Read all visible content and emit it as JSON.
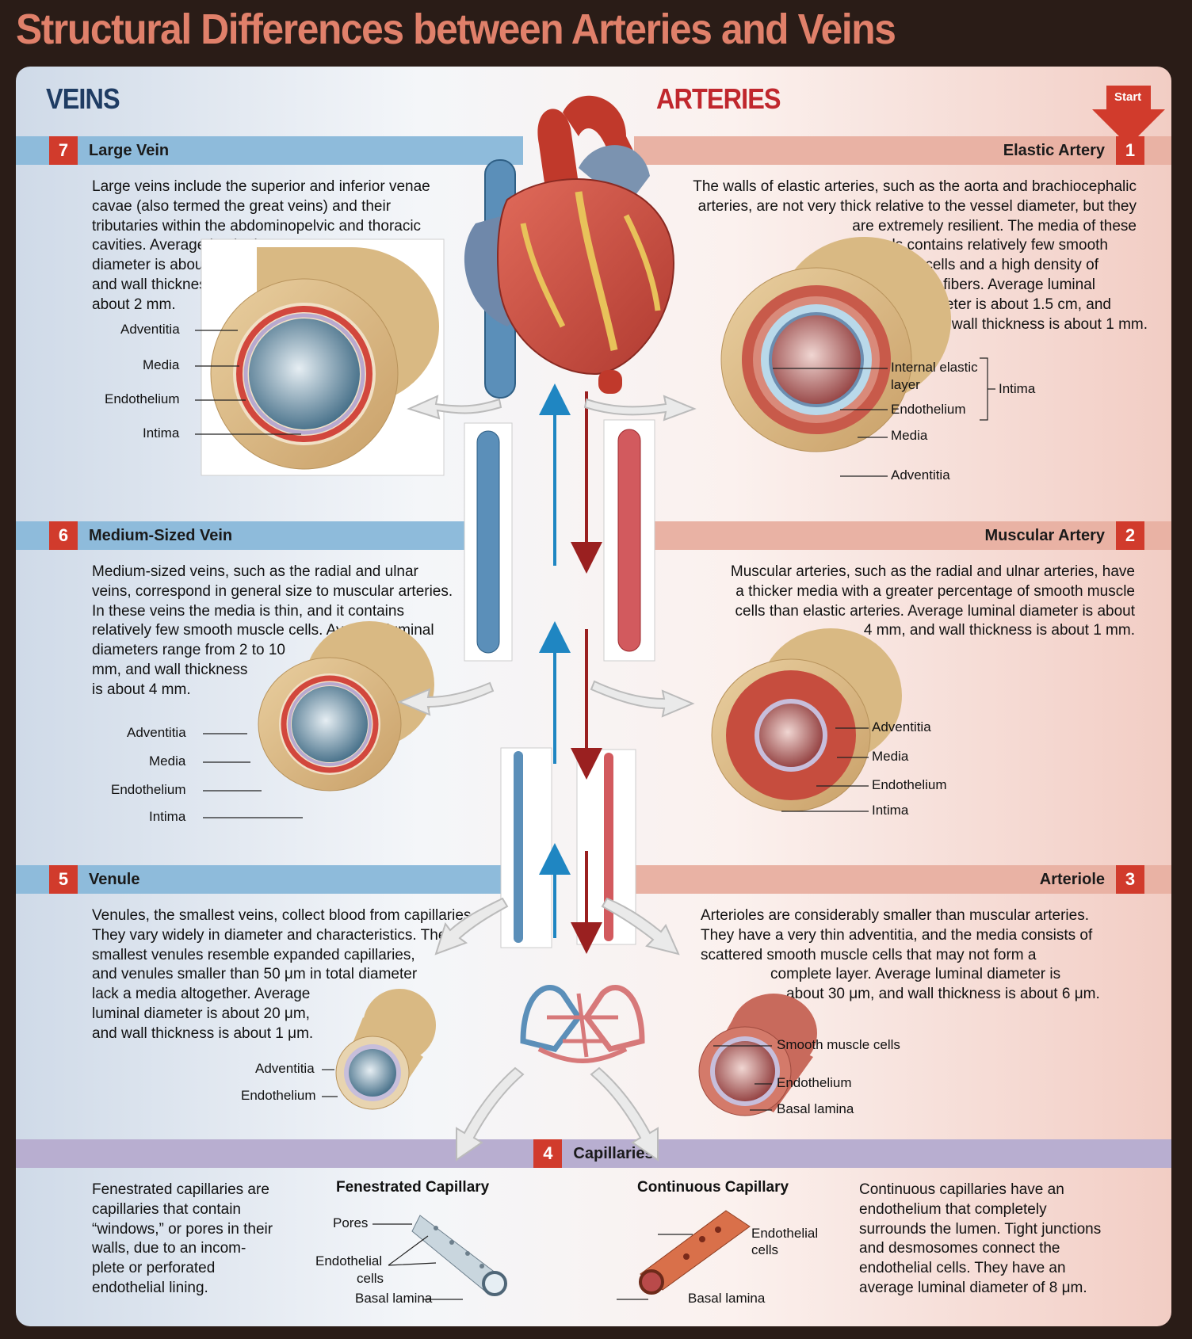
{
  "title": "Structural Differences between Arteries and Veins",
  "veins_heading": "VEINS",
  "arteries_heading": "ARTERIES",
  "start_label": "Start",
  "sections": {
    "large_vein": {
      "num": "7",
      "title": "Large Vein",
      "text": [
        "Large veins include the superior and inferior venae",
        "cavae (also termed the great veins) and their",
        "tributaries within the abdominopelvic and thoracic",
        "cavities. Average luminal",
        "diameter is about 2 cm,",
        "and wall thickness is",
        "about 2 mm."
      ],
      "labels": [
        "Adventitia",
        "Media",
        "Endothelium",
        "Intima"
      ]
    },
    "elastic_artery": {
      "num": "1",
      "title": "Elastic Artery",
      "text": [
        "The walls of elastic arteries, such as the aorta and brachiocephalic",
        "arteries, are not very thick relative to the vessel diameter, but they",
        "are extremely resilient. The media of these",
        "vessels contains relatively few smooth",
        "muscle cells and a high density of",
        "elastic fibers. Average luminal",
        "diameter is about 1.5 cm, and",
        "wall thickness is about 1 mm."
      ],
      "labels": {
        "internal_elastic_1": "Internal elastic",
        "internal_elastic_2": "layer",
        "endothelium": "Endothelium",
        "intima": "Intima",
        "media": "Media",
        "adventitia": "Adventitia"
      }
    },
    "medium_vein": {
      "num": "6",
      "title": "Medium-Sized Vein",
      "text": [
        "Medium-sized veins, such as the radial and ulnar",
        "veins, correspond in general size to muscular arteries.",
        "In these veins the media is thin, and it contains",
        "relatively few smooth muscle cells. Average luminal",
        "diameters range from 2 to 10",
        "mm, and wall thickness",
        "is about 4 mm."
      ],
      "labels": [
        "Adventitia",
        "Media",
        "Endothelium",
        "Intima"
      ]
    },
    "muscular_artery": {
      "num": "2",
      "title": "Muscular Artery",
      "text": [
        "Muscular arteries, such as the radial and ulnar arteries, have",
        "a thicker media with a greater percentage of smooth muscle",
        "cells than elastic arteries. Average luminal diameter is about",
        "4 mm, and wall thickness is about 1 mm."
      ],
      "labels": [
        "Adventitia",
        "Media",
        "Endothelium",
        "Intima"
      ]
    },
    "venule": {
      "num": "5",
      "title": "Venule",
      "text": [
        "Venules, the smallest veins, collect blood from capillaries.",
        "They vary widely in diameter and characteristics. The",
        "smallest venules resemble expanded capillaries,",
        "and venules smaller than 50 μm in total diameter",
        "lack a media altogether. Average",
        "luminal diameter is about 20 μm,",
        "and wall thickness is about 1 μm."
      ],
      "labels": [
        "Adventitia",
        "Endothelium"
      ]
    },
    "arteriole": {
      "num": "3",
      "title": "Arteriole",
      "text": [
        "Arterioles are considerably smaller than muscular arteries.",
        "They have a very thin adventitia, and the media consists of",
        "scattered smooth muscle cells that may not form a",
        "complete layer.  Average luminal diameter is",
        "about 30 μm, and wall thickness is about 6 μm."
      ],
      "labels": [
        "Smooth muscle cells",
        "Endothelium",
        "Basal lamina"
      ]
    },
    "capillaries": {
      "num": "4",
      "title": "Capillaries",
      "fenestrated_title": "Fenestrated Capillary",
      "continuous_title": "Continuous Capillary",
      "fenestrated_text": [
        "Fenestrated capillaries are",
        "capillaries that contain",
        "“windows,” or pores in their",
        "walls, due to an incom-",
        "plete or perforated",
        "endothelial lining."
      ],
      "continuous_text": [
        "Continuous capillaries have an",
        "endothelium that completely",
        "surrounds the lumen. Tight junctions",
        "and desmosomes connect the",
        "endothelial cells. They have an",
        "average luminal diameter of 8 μm."
      ],
      "fen_labels": {
        "pores": "Pores",
        "endo_1": "Endothelial",
        "endo_2": "cells",
        "basal": "Basal lamina"
      },
      "cont_labels": {
        "endo_1": "Endothelial",
        "endo_2": "cells",
        "basal": "Basal lamina"
      }
    }
  },
  "colors": {
    "vein_blue": "#5b8fb9",
    "artery_red": "#c0272d",
    "band_blue": "#8ebbdb",
    "band_red": "#e9b2a4",
    "band_purple": "#b8aed0",
    "number_badge": "#d13b2c",
    "flow_blue": "#1f86c2",
    "flow_red": "#9a2020"
  }
}
